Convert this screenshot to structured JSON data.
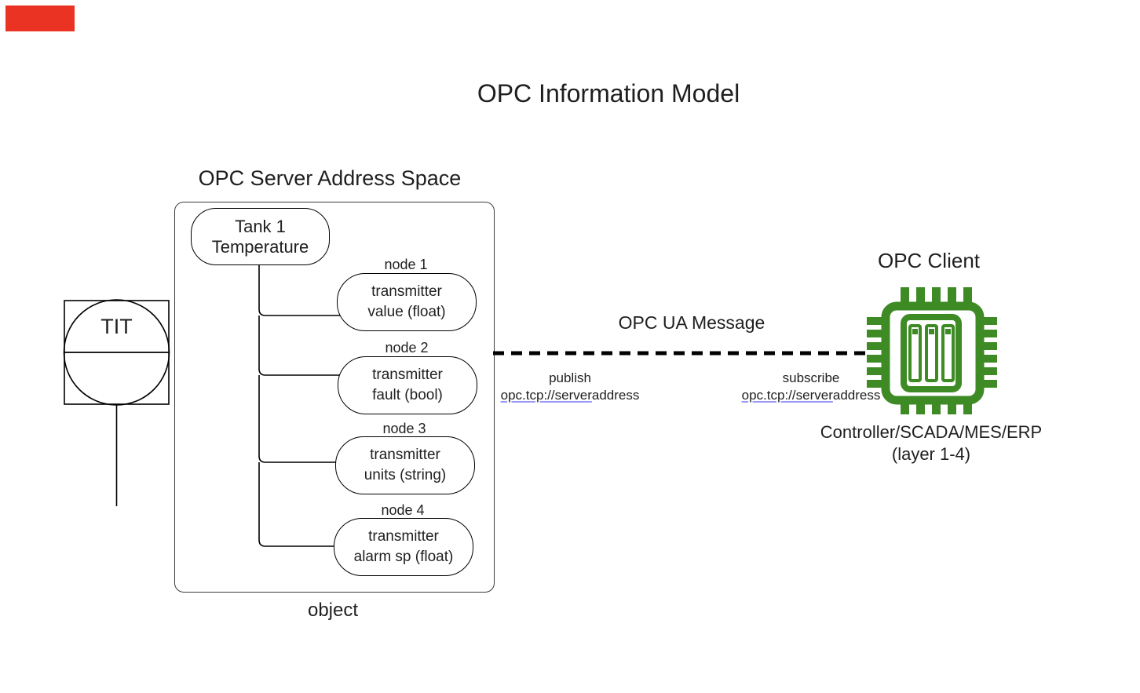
{
  "title": "OPC Information Model",
  "server": {
    "label": "OPC Server Address Space",
    "object_label": "object",
    "root_node": {
      "line1": "Tank 1",
      "line2": "Temperature"
    },
    "nodes": [
      {
        "id": "node 1",
        "line1": "transmitter",
        "line2": "value (float)"
      },
      {
        "id": "node 2",
        "line1": "transmitter",
        "line2": "fault (bool)"
      },
      {
        "id": "node 3",
        "line1": "transmitter",
        "line2": "units (string)"
      },
      {
        "id": "node 4",
        "line1": "transmitter",
        "line2": "alarm sp (float)"
      }
    ]
  },
  "instrument": {
    "tag": "TIT"
  },
  "message": {
    "label": "OPC UA Message",
    "publish": {
      "action": "publish",
      "address_link": "opc.tcp://server",
      "address_rest": "address"
    },
    "subscribe": {
      "action": "subscribe",
      "address_link": "opc.tcp://server",
      "address_rest": "address"
    }
  },
  "client": {
    "label": "OPC Client",
    "caption_line1": "Controller/SCADA/MES/ERP",
    "caption_line2": "(layer 1-4)"
  },
  "colors": {
    "chip_green": "#3e8b26",
    "link_underline": "#9a9af5",
    "indicator_red": "#ea3323"
  }
}
